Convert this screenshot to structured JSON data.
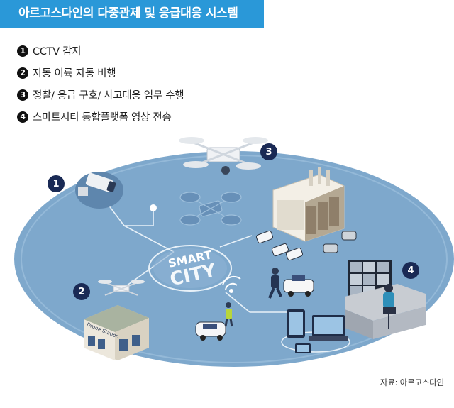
{
  "title": "아르고스다인의 다중관제 및 응급대응 시스템",
  "legend": [
    {
      "num": "1",
      "text": "CCTV 감지"
    },
    {
      "num": "2",
      "text": "자동 이륙 자동 비행"
    },
    {
      "num": "3",
      "text": "정찰/ 응급 구호/ 사고대응 임무 수행"
    },
    {
      "num": "4",
      "text": "스마트시티 통합플랫폼 영상 전송"
    }
  ],
  "markers": [
    "1",
    "2",
    "3",
    "4"
  ],
  "center_label_line1": "SMART",
  "center_label_line2": "CITY",
  "station_sign": "Drone Station",
  "source": "자료: 아르고스다인",
  "colors": {
    "title_bg": "#2a98d8",
    "ellipse": "#7ea8cc",
    "marker": "#1a2a55"
  }
}
